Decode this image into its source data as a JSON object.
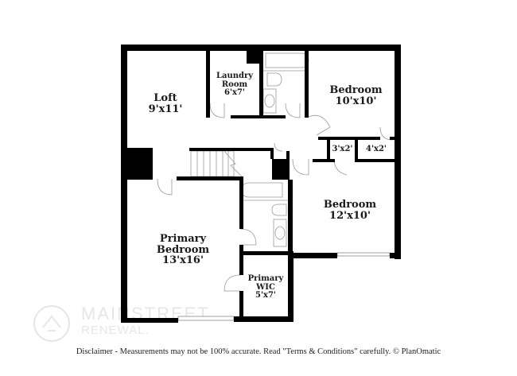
{
  "floorplan": {
    "rooms": [
      {
        "id": "loft",
        "name": "Loft",
        "size": "9'x11'",
        "text": "Loft\n9'x11'"
      },
      {
        "id": "laundry",
        "name": "Laundry Room",
        "size": "6'x7'",
        "text": "Laundry\nRoom\n6'x7'"
      },
      {
        "id": "bedroom-1",
        "name": "Bedroom",
        "size": "10'x10'",
        "text": "Bedroom\n10'x10'"
      },
      {
        "id": "closet-3x2",
        "name": "",
        "size": "3'x2'",
        "text": "3'x2'"
      },
      {
        "id": "closet-4x2",
        "name": "",
        "size": "4'x2'",
        "text": "4'x2'"
      },
      {
        "id": "bedroom-2",
        "name": "Bedroom",
        "size": "12'x10'",
        "text": "Bedroom\n12'x10'"
      },
      {
        "id": "primary-bedroom",
        "name": "Primary Bedroom",
        "size": "13'x16'",
        "text": "Primary\nBedroom\n13'x16'"
      },
      {
        "id": "primary-wic",
        "name": "Primary WIC",
        "size": "5'x7'",
        "text": "Primary\nWIC\n5'x7'"
      }
    ]
  },
  "watermark": {
    "line1": "MAINSTREET",
    "line2": "RENEWAL."
  },
  "disclaimer": "Disclaimer - Measurements may not be 100% accurate. Read \"Terms & Conditions\" carefully. © PlanOmatic"
}
